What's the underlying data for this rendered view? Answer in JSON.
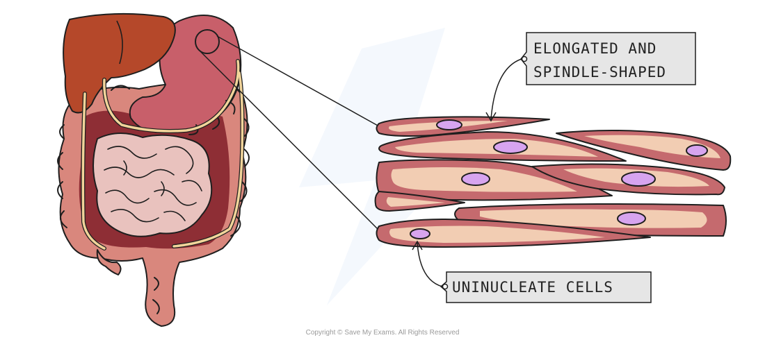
{
  "labels": {
    "top_line1": "ELONGATED AND",
    "top_line2": "SPINDLE-SHAPED",
    "bottom": "UNINUCLEATE CELLS"
  },
  "copyright": "Copyright © Save My Exams. All Rights Reserved",
  "colors": {
    "liver": "#b5482a",
    "stomach": "#c85f6a",
    "intestine": "#d9877d",
    "small_intestine": "#e9c2be",
    "cavity": "#8e2e35",
    "vessel": "#f1d49a",
    "cell_outer": "#c56a6e",
    "cell_inner": "#f2cdb3",
    "nucleus": "#d7a4ef",
    "label_box": "#e6e6e6"
  },
  "icons": {
    "watermark": "save-my-exams-logo-watermark"
  }
}
